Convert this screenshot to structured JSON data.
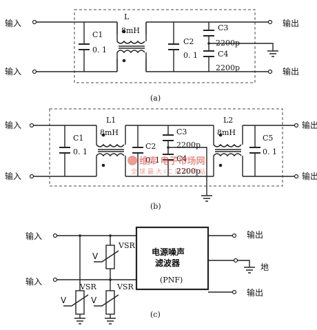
{
  "labels": {
    "in": "输入",
    "out": "输出",
    "ground": "地",
    "val_01": "0. 1",
    "val_mh": "8mH",
    "val_2200p": "2200p",
    "vsr": "VSR",
    "v": "V"
  },
  "circuit_a": {
    "caption": "(a)",
    "L": "L",
    "C1": "C1",
    "C2": "C2",
    "C3": "C3",
    "C4": "C4"
  },
  "circuit_b": {
    "caption": "(b)",
    "L1": "L1",
    "L2": "L2",
    "C1": "C1",
    "C2": "C2",
    "C3": "C3",
    "C4": "C4",
    "C5": "C5"
  },
  "circuit_c": {
    "caption": "(c)",
    "block_line1": "电源噪声",
    "block_line2": "滤波器",
    "block_line3": "(PNF)"
  },
  "watermark": {
    "main": "维库 电子市场网",
    "sub": "全球最大IC采购网站"
  },
  "colors": {
    "ink": "#222222",
    "watermark": "#d93a2c"
  }
}
